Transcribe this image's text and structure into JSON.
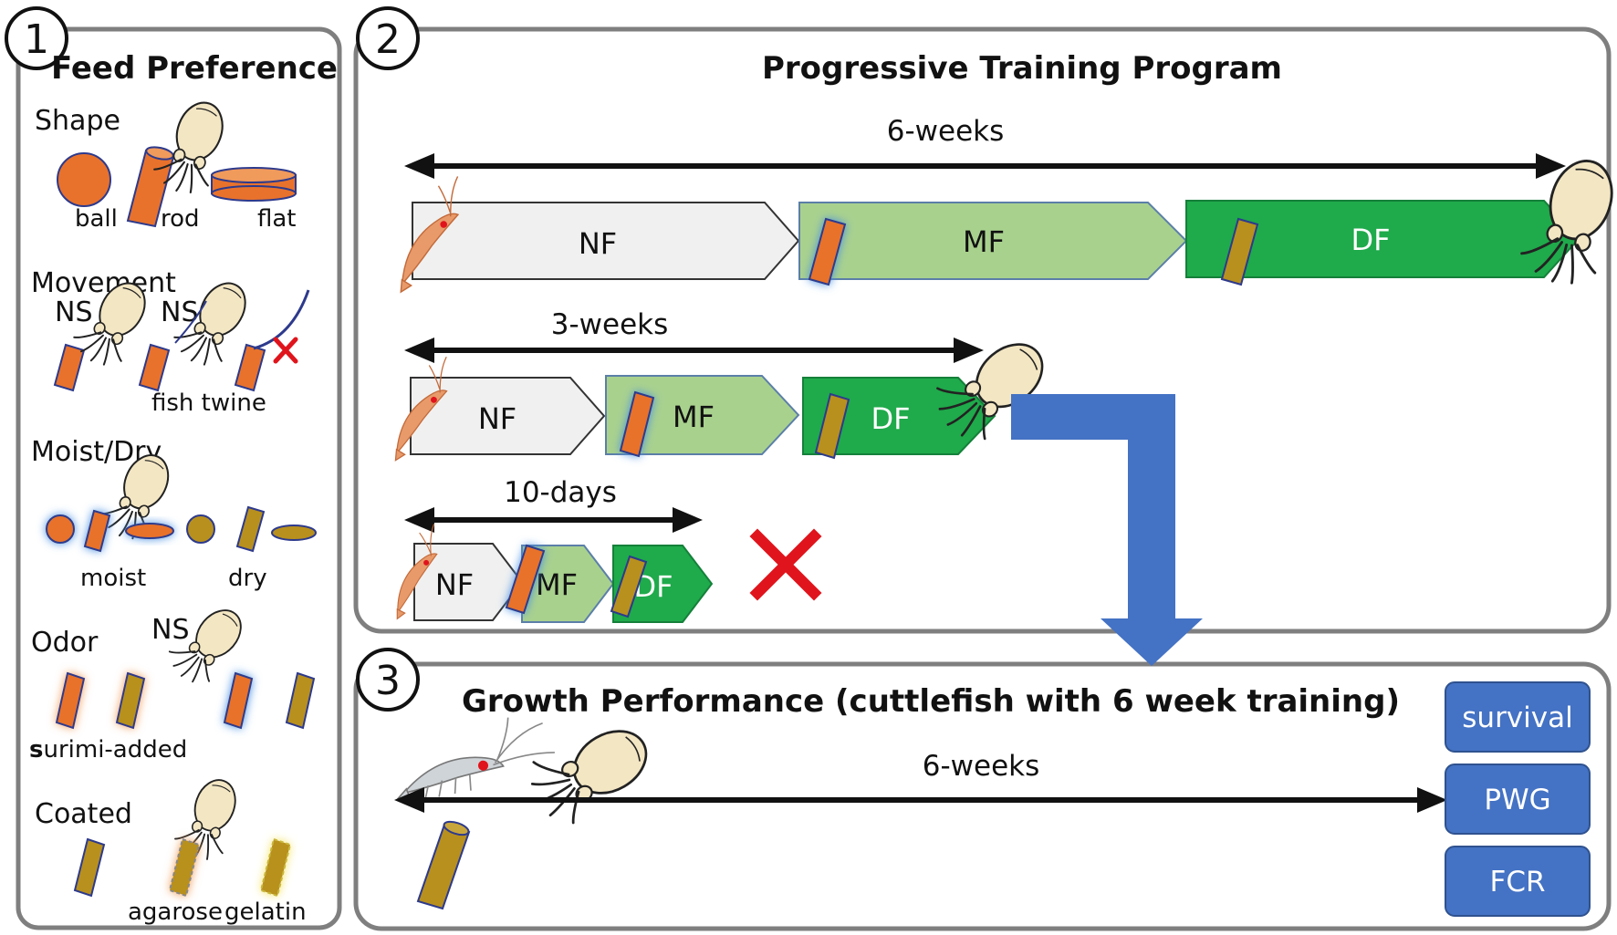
{
  "panel1": {
    "number": "1",
    "title": "Feed Preference",
    "shape": {
      "heading": "Shape",
      "ball": "ball",
      "rod": "rod",
      "flat": "flat"
    },
    "movement": {
      "heading": "Movement",
      "ns1": "NS",
      "ns2": "NS",
      "fish_twine": "fish twine"
    },
    "moist_dry": {
      "heading": "Moist/Dry",
      "moist": "moist",
      "dry": "dry"
    },
    "odor": {
      "heading": "Odor",
      "ns": "NS",
      "surimi_bold": "s",
      "surimi_rest": "urimi-added"
    },
    "coated": {
      "heading": "Coated",
      "agarose": "agarose",
      "gelatin": "gelatin"
    }
  },
  "panel2": {
    "number": "2",
    "title": "Progressive Training Program",
    "row1": {
      "duration": "6-weeks",
      "nf": "NF",
      "mf": "MF",
      "df": "DF"
    },
    "row2": {
      "duration": "3-weeks",
      "nf": "NF",
      "mf": "MF",
      "df": "DF"
    },
    "row3": {
      "duration": "10-days",
      "nf": "NF",
      "mf": "MF",
      "df": "DF"
    }
  },
  "panel3": {
    "number": "3",
    "title": "Growth Performance (cuttlefish with 6 week training)",
    "duration": "6-weeks",
    "outcomes": [
      "survival",
      "PWG",
      "FCR"
    ]
  },
  "colors": {
    "moist_pellet": "#e8722c",
    "dry_pellet": "#b8901e",
    "nf_fill": "#f0f0f0",
    "mf_fill": "#a9d18e",
    "df_fill": "#1faa4b",
    "flow_arrow": "#4472c4",
    "outcome_box": "#4472c4",
    "reject_cross": "#e0141c",
    "panel_border": "#7f7f7f"
  },
  "icons": [
    "cuttlefish-icon",
    "shrimp-icon",
    "rod-pellet-icon",
    "ball-pellet-icon",
    "flat-pellet-icon",
    "reject-cross-icon"
  ]
}
